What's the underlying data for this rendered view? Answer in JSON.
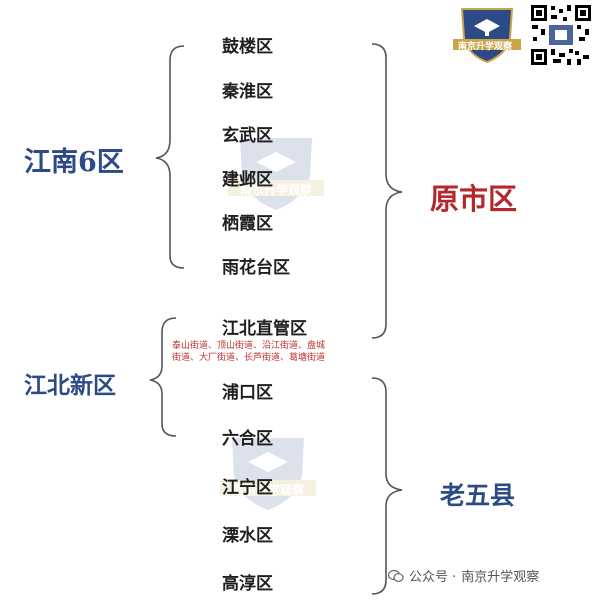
{
  "groups": {
    "jiangnan": {
      "label": "江南6区",
      "color": "#2c4a86"
    },
    "jiangbei": {
      "label": "江北新区",
      "color": "#2c4a86"
    },
    "yuanshiqu": {
      "label": "原市区",
      "color": "#b3282d"
    },
    "laowuxian": {
      "label": "老五县",
      "color": "#2c4a86"
    }
  },
  "districts": [
    "鼓楼区",
    "秦淮区",
    "玄武区",
    "建邺区",
    "栖霞区",
    "雨花台区",
    "江北直管区",
    "浦口区",
    "六合区",
    "江宁区",
    "溧水区",
    "高淳区"
  ],
  "streets_note_line1": "泰山街道、顶山街道、沿江街道、盘城",
  "streets_note_line2": "街道、大厂街道、长芦街道、葛塘街道",
  "logo_text": "南京升学观察",
  "watermark_text": "南京升学观察",
  "footer": {
    "prefix": "公众号 ·",
    "account": "南京升学观察"
  },
  "colors": {
    "brace": "#555555",
    "street_note": "#c0302e"
  }
}
